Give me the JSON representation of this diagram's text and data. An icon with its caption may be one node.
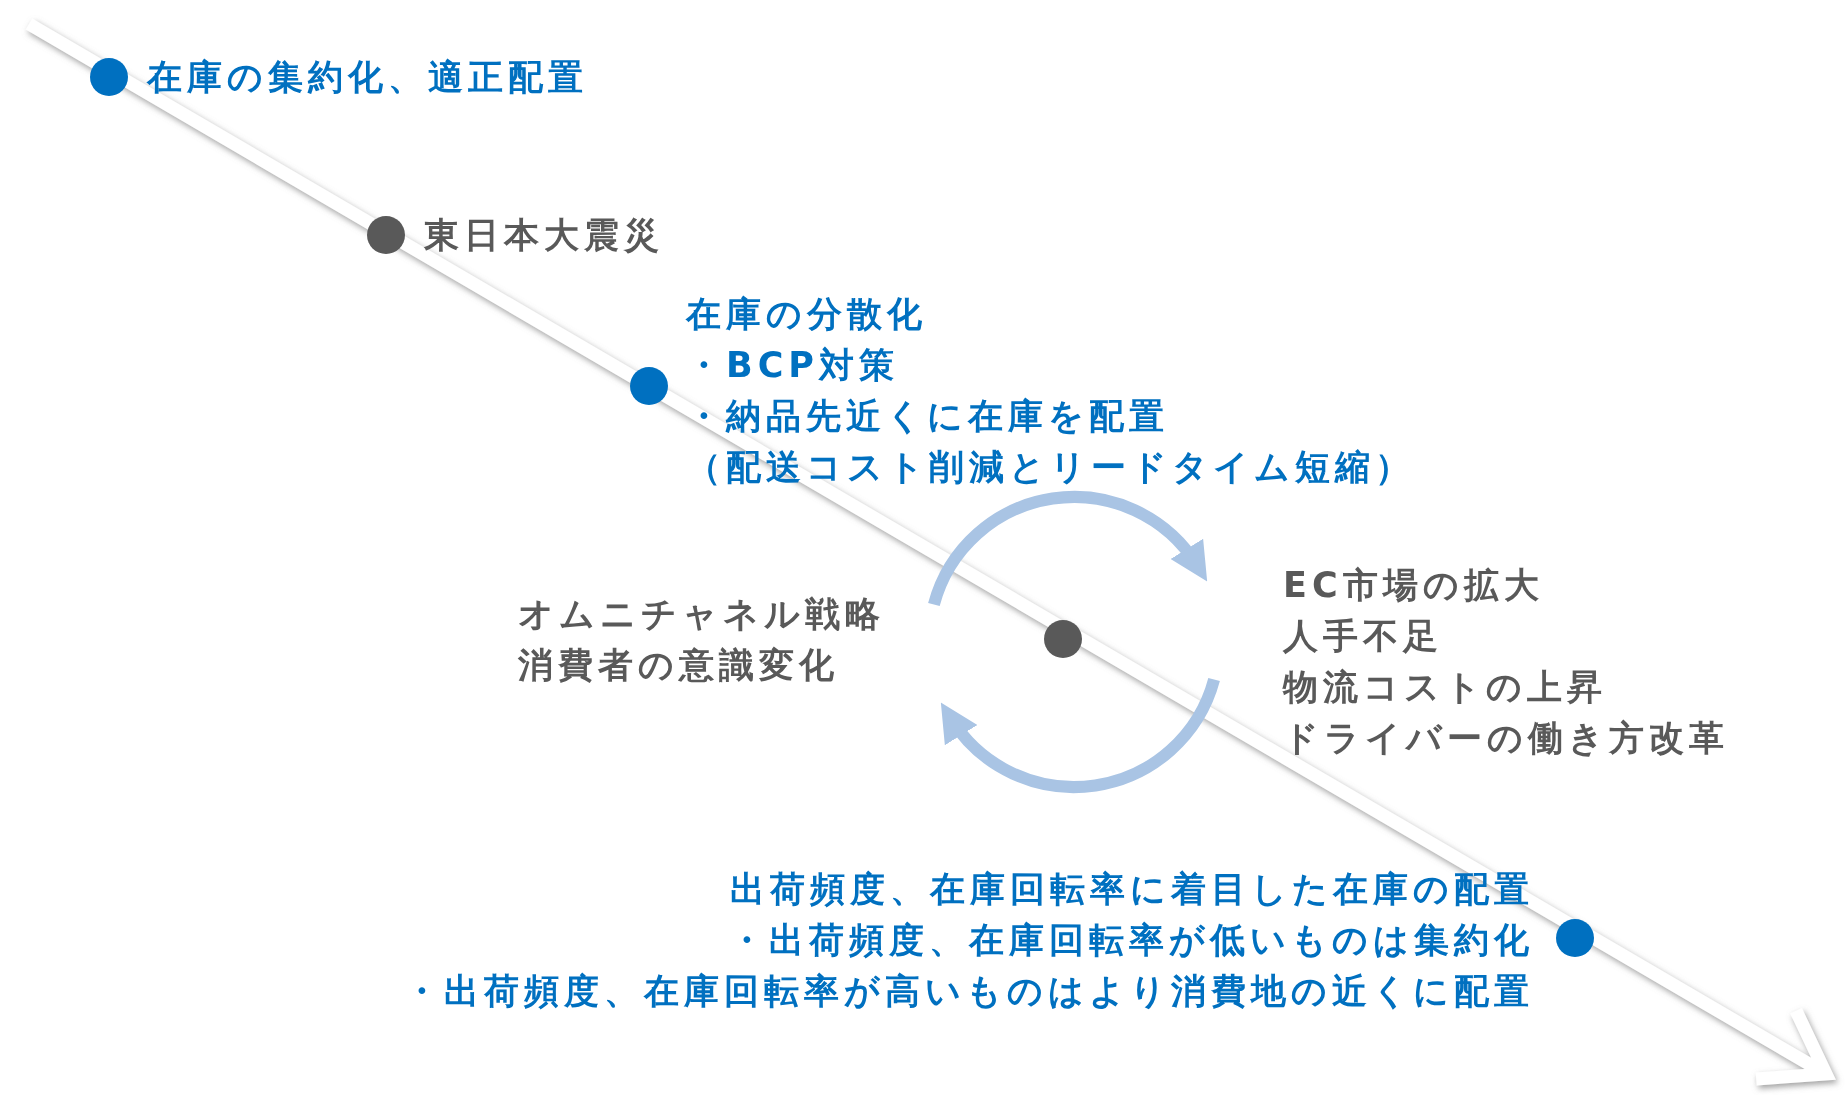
{
  "diagram": {
    "nodes": [
      {
        "text": [],
        "shape": "circle",
        "beside": [
          "在庫の集約化、適正配置"
        ]
      },
      {
        "text": [],
        "shape": "circle",
        "beside": [
          "東日本大震災"
        ]
      },
      {
        "text": [],
        "shape": "circle",
        "beside": [
          "在庫の分散化",
          "・BCP対策",
          "・納品先近くに在庫を配置",
          "（配送コスト削減とリードタイム短縮）"
        ]
      },
      {
        "text": [],
        "shape": "circle",
        "beside": [
          "オムニチャネル戦略",
          "消費者の意識変化",
          "EC市場の拡大",
          "人手不足",
          "物流コストの上昇",
          "ドライバーの働き方改革"
        ]
      },
      {
        "text": [],
        "shape": "circle",
        "beside": [
          "出荷頻度、在庫回転率に着目した在庫の配置",
          "・出荷頻度、在庫回転率が低いものは集約化",
          "・出荷頻度、在庫回転率が高いものはより消費地の近くに配置"
        ]
      }
    ],
    "edges": []
  }
}
